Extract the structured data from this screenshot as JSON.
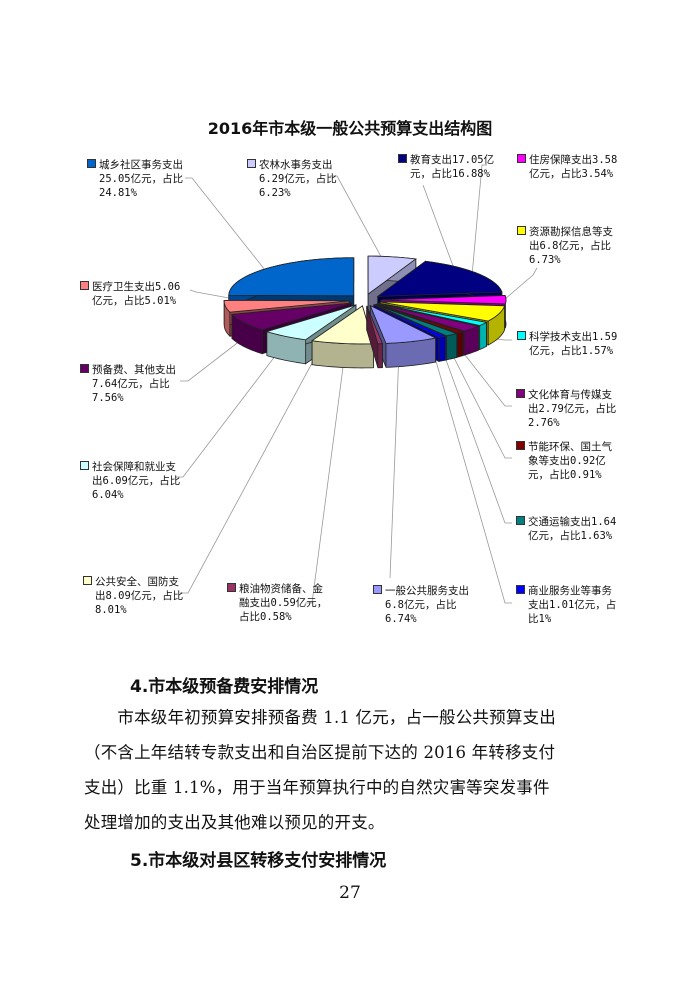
{
  "chart_data": {
    "type": "pie",
    "title": "2016年市本级一般公共预算支出结构图",
    "unit": "亿元",
    "slices": [
      {
        "name": "农林水事务支出",
        "value": 6.29,
        "percent": 6.23,
        "color": "#CCCCFF",
        "lines": [
          "农林水事务支出",
          "6.29亿元，占比",
          "6.23%"
        ]
      },
      {
        "name": "教育支出",
        "value": 17.05,
        "percent": 16.88,
        "color": "#000080",
        "lines": [
          "教育支出17.05亿",
          "元，占比16.88%"
        ]
      },
      {
        "name": "住房保障支出",
        "value": 3.58,
        "percent": 3.54,
        "color": "#FF00FF",
        "lines": [
          "住房保障支出3.58",
          "亿元，占比3.54%"
        ]
      },
      {
        "name": "资源勘探信息等支出",
        "value": 6.8,
        "percent": 6.73,
        "color": "#FFFF00",
        "lines": [
          "资源勘探信息等支",
          "出6.8亿元，占比",
          "6.73%"
        ]
      },
      {
        "name": "科学技术支出",
        "value": 1.59,
        "percent": 1.57,
        "color": "#00FFFF",
        "lines": [
          "科学技术支出1.59",
          "亿元，占比1.57%"
        ]
      },
      {
        "name": "文化体育与传媒支出",
        "value": 2.79,
        "percent": 2.76,
        "color": "#800080",
        "lines": [
          "文化体育与传媒支",
          "出2.79亿元，占比",
          "2.76%"
        ]
      },
      {
        "name": "节能环保、国土气象等支出",
        "value": 0.92,
        "percent": 0.91,
        "color": "#800000",
        "lines": [
          "节能环保、国土气",
          "象等支出0.92亿",
          "元，占比0.91%"
        ]
      },
      {
        "name": "交通运输支出",
        "value": 1.64,
        "percent": 1.63,
        "color": "#008080",
        "lines": [
          "交通运输支出1.64",
          "亿元，占比1.63%"
        ]
      },
      {
        "name": "商业服务业等事务支出",
        "value": 1.01,
        "percent": 1,
        "color": "#0000FF",
        "lines": [
          "商业服务业等事务",
          "支出1.01亿元，占",
          "比1%"
        ]
      },
      {
        "name": "一般公共服务支出",
        "value": 6.8,
        "percent": 6.74,
        "color": "#9999FF",
        "lines": [
          "一般公共服务支出",
          "6.8亿元，占比",
          "6.74%"
        ]
      },
      {
        "name": "粮油物资储备、金融支出",
        "value": 0.59,
        "percent": 0.58,
        "color": "#993366",
        "lines": [
          "粮油物资储备、金",
          "融支出0.59亿元，",
          "占比0.58%"
        ]
      },
      {
        "name": "公共安全、国防支出",
        "value": 8.09,
        "percent": 8.01,
        "color": "#FFFFCC",
        "lines": [
          "公共安全、国防支",
          "出8.09亿元，占比",
          "8.01%"
        ]
      },
      {
        "name": "社会保障和就业支出",
        "value": 6.09,
        "percent": 6.04,
        "color": "#CCFFFF",
        "lines": [
          "社会保障和就业支",
          "出6.09亿元，占比",
          "6.04%"
        ]
      },
      {
        "name": "预备费、其他支出",
        "value": 7.64,
        "percent": 7.56,
        "color": "#660066",
        "lines": [
          "预备费、其他支出",
          "7.64亿元，占比",
          "7.56%"
        ]
      },
      {
        "name": "医疗卫生支出",
        "value": 5.06,
        "percent": 5.01,
        "color": "#FF8080",
        "lines": [
          "医疗卫生支出5.06",
          "亿元，占比5.01%"
        ]
      },
      {
        "name": "城乡社区事务支出",
        "value": 25.05,
        "percent": 24.81,
        "color": "#0066CC",
        "lines": [
          "城乡社区事务支出",
          "25.05亿元，占比",
          "24.81%"
        ]
      }
    ]
  },
  "doc": {
    "heading4": "4.市本级预备费安排情况",
    "para4": [
      "　　市本级年初预算安排预备费 1.1 亿元，占一般公共预算支出",
      "（不含上年结转专款支出和自治区提前下达的 2016 年转移支付",
      "支出）比重 1.1%，用于当年预算执行中的自然灾害等突发事件",
      "处理增加的支出及其他难以预见的开支。"
    ],
    "heading5": "5.市本级对县区转移支付安排情况",
    "page_number": "27"
  }
}
